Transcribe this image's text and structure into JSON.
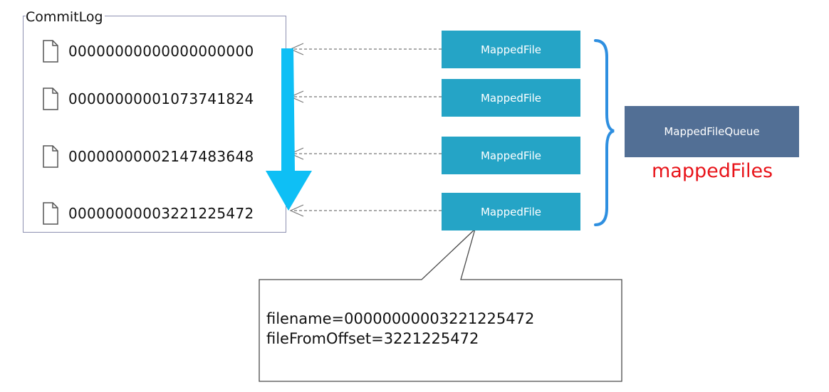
{
  "commitlog": {
    "title": "CommitLog",
    "files": [
      "00000000000000000000",
      "00000000001073741824",
      "00000000002147483648",
      "00000000003221225472"
    ]
  },
  "mapped_files": {
    "items": [
      "MappedFile",
      "MappedFile",
      "MappedFile",
      "MappedFile"
    ]
  },
  "queue": {
    "label": "MappedFileQueue",
    "field_name": "mappedFiles"
  },
  "callout": {
    "line1": "filename=00000000003221225472",
    "line2": "fileFromOffset=3221225472"
  },
  "colors": {
    "mapped_file_fill": "#25a4c6",
    "queue_fill": "#526f95",
    "brace": "#2e8fe0",
    "big_arrow": "#0ebff5",
    "field_name": "#e8141a"
  },
  "icons": {
    "file": "file-icon",
    "direction": "down-arrow-icon"
  }
}
